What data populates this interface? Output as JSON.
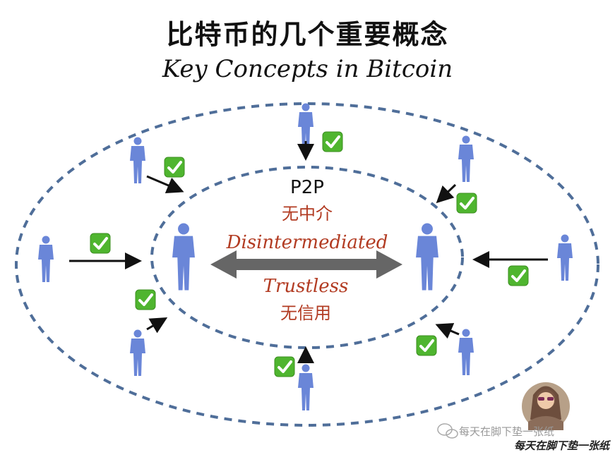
{
  "title_cn": "比特币的几个重要概念",
  "title_en": "Key Concepts in Bitcoin",
  "center": {
    "p2p": "P2P",
    "wuzhongjie": "无中介",
    "disintermediated": "Disintermediated",
    "trustless": "Trustless",
    "wuxinyong": "无信用"
  },
  "watermark": "每天在脚下垫一张纸",
  "footer_signature": "每天在脚下垫一张纸",
  "colors": {
    "person": "#6a86d8",
    "ellipse": "#4f6e99",
    "red_text": "#b23b22",
    "check": "#4fb52f",
    "arrow": "#666666"
  },
  "icons": [
    "person-icon",
    "check-icon",
    "arrow-icon",
    "avatar",
    "wechat-icon"
  ]
}
